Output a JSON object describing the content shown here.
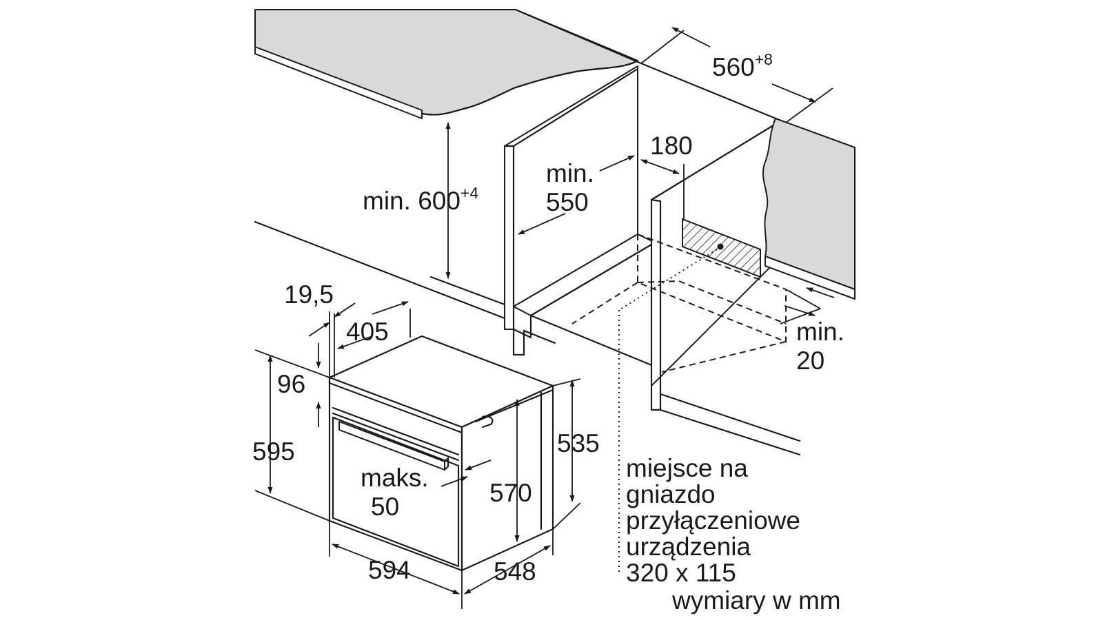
{
  "dimensions": {
    "niche_width": {
      "base": "560",
      "sup": "+8"
    },
    "niche_height": {
      "prefix": "min. ",
      "base": "600",
      "sup": "+4"
    },
    "niche_depth": {
      "line1": "min.",
      "line2": "550"
    },
    "socket_offset": "180",
    "back_gap": {
      "line1": "min.",
      "line2": "20"
    },
    "panel_offset": "19,5",
    "handle_offset": "405",
    "control_height": "96",
    "oven_height": "595",
    "door_clearance": {
      "line1": "maks.",
      "line2": "50"
    },
    "body_height_inner": "570",
    "body_height_side": "535",
    "oven_width": "594",
    "oven_depth": "548"
  },
  "socket_note": {
    "lines": [
      "miejsce na",
      "gniazdo",
      "przyłączeniowe",
      "urządzenia",
      "320 x 115"
    ]
  },
  "units_note": "wymiary w mm",
  "colors": {
    "worktop": "#d9d9d9",
    "line": "#1a1a1a",
    "background": "#ffffff"
  }
}
